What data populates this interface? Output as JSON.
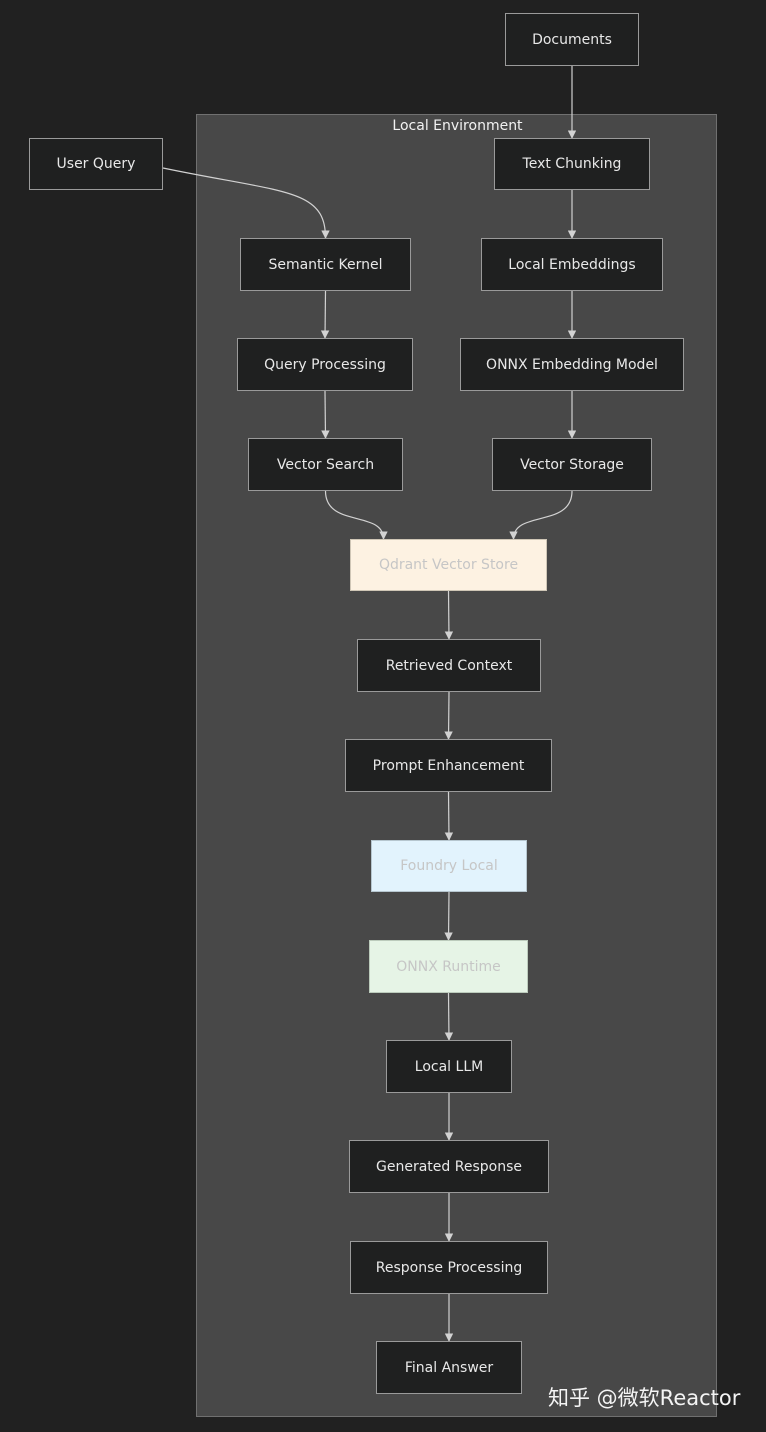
{
  "subgraph": {
    "title": "Local Environment"
  },
  "nodes": {
    "documents": "Documents",
    "text_chunking": "Text Chunking",
    "user_query": "User Query",
    "semantic_kernel": "Semantic Kernel",
    "local_embeddings": "Local Embeddings",
    "query_processing": "Query Processing",
    "onnx_embedding_model": "ONNX Embedding Model",
    "vector_search": "Vector Search",
    "vector_storage": "Vector Storage",
    "qdrant_vector_store": "Qdrant Vector Store",
    "retrieved_context": "Retrieved Context",
    "prompt_enhancement": "Prompt Enhancement",
    "foundry_local": "Foundry Local",
    "onnx_runtime": "ONNX Runtime",
    "local_llm": "Local LLM",
    "generated_response": "Generated Response",
    "response_processing": "Response Processing",
    "final_answer": "Final Answer"
  },
  "edges": [
    [
      "documents",
      "text_chunking"
    ],
    [
      "text_chunking",
      "local_embeddings"
    ],
    [
      "local_embeddings",
      "onnx_embedding_model"
    ],
    [
      "onnx_embedding_model",
      "vector_storage"
    ],
    [
      "user_query",
      "semantic_kernel"
    ],
    [
      "semantic_kernel",
      "query_processing"
    ],
    [
      "query_processing",
      "vector_search"
    ],
    [
      "vector_search",
      "qdrant_vector_store"
    ],
    [
      "vector_storage",
      "qdrant_vector_store"
    ],
    [
      "qdrant_vector_store",
      "retrieved_context"
    ],
    [
      "retrieved_context",
      "prompt_enhancement"
    ],
    [
      "prompt_enhancement",
      "foundry_local"
    ],
    [
      "foundry_local",
      "onnx_runtime"
    ],
    [
      "onnx_runtime",
      "local_llm"
    ],
    [
      "local_llm",
      "generated_response"
    ],
    [
      "generated_response",
      "response_processing"
    ],
    [
      "response_processing",
      "final_answer"
    ]
  ],
  "colors": {
    "edge": "#d2d2d2",
    "node_fill": "#1f2020",
    "qdrant_fill": "#fdf2e2",
    "foundry_fill": "#e2f3fd",
    "onnx_runtime_fill": "#e6f4e6"
  },
  "watermark": "知乎 @微软Reactor"
}
